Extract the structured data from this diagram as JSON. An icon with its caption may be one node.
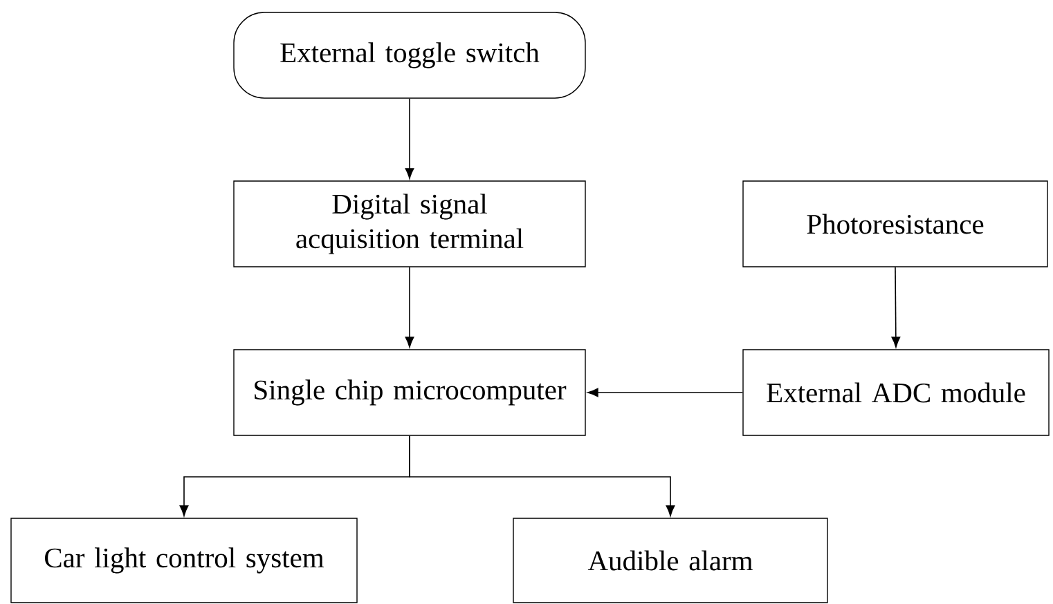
{
  "diagram": {
    "nodes": [
      {
        "text": [
          "External toggle switch"
        ]
      },
      {
        "text": [
          "Digital signal acquisition terminal"
        ]
      },
      {
        "text": [
          "Photoresistance"
        ]
      },
      {
        "text": [
          "Single chip microcomputer"
        ]
      },
      {
        "text": [
          "External ADC module"
        ]
      },
      {
        "text": [
          "Car light control system"
        ]
      },
      {
        "text": [
          "Audible alarm"
        ]
      }
    ],
    "edges": [
      {
        "from": 0,
        "to": 1,
        "arrow": "to"
      },
      {
        "from": 1,
        "to": 3,
        "arrow": "to"
      },
      {
        "from": 2,
        "to": 4,
        "arrow": "to"
      },
      {
        "from": 4,
        "to": 3,
        "arrow": "to"
      },
      {
        "from": 3,
        "to": 5,
        "arrow": "to"
      },
      {
        "from": 3,
        "to": 6,
        "arrow": "to"
      }
    ]
  }
}
